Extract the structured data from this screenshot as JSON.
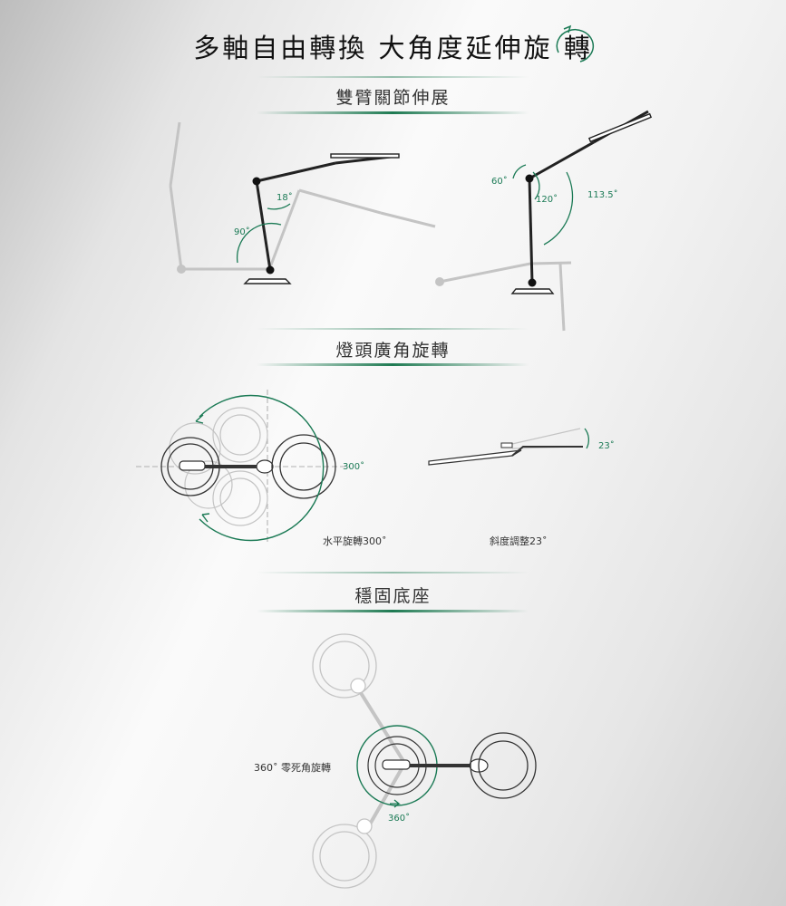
{
  "title": "多軸自由轉換 大角度延伸旋 轉",
  "sections": {
    "arm": {
      "title": "雙臂關節伸展",
      "angle_a": "18˚",
      "angle_b": "90˚",
      "angle_c": "60˚",
      "angle_d": "120˚",
      "angle_e": "113.5˚"
    },
    "head": {
      "title": "燈頭廣角旋轉",
      "angle_rotate": "300˚",
      "angle_tilt": "23˚",
      "caption_rotate": "水平旋轉300˚",
      "caption_tilt": "斜度調整23˚"
    },
    "base": {
      "title": "穩固底座",
      "caption": "360˚ 零死角旋轉",
      "angle": "360˚"
    }
  },
  "colors": {
    "accent": "#1b7a55",
    "lamp": "#222222",
    "ghost": "#c4c4c4"
  }
}
